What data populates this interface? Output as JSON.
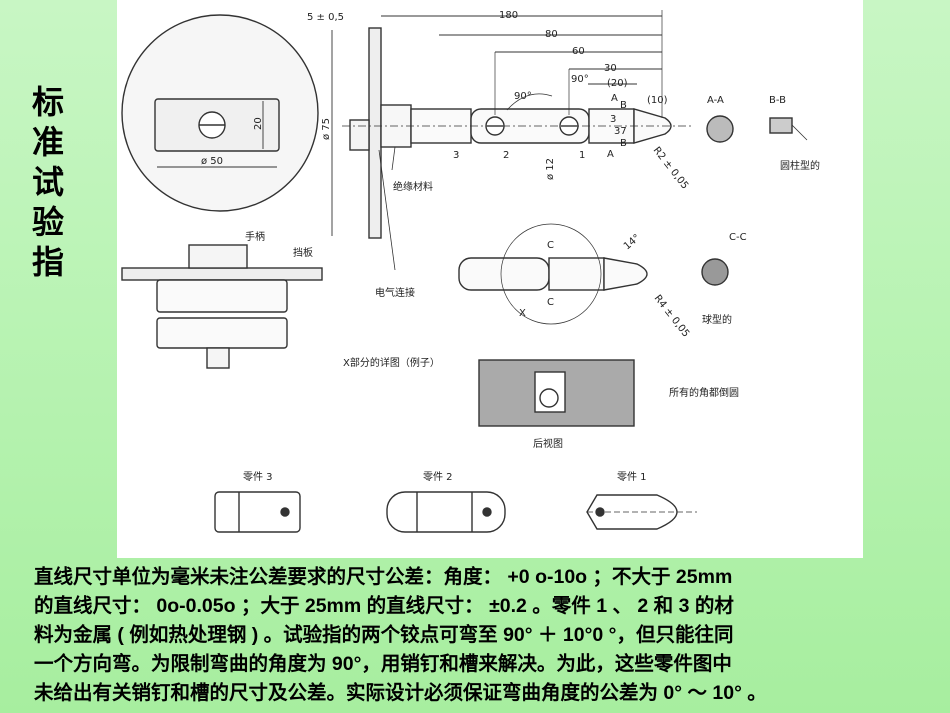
{
  "title_vertical": [
    "标",
    "准",
    "试",
    "验",
    "指"
  ],
  "drawing": {
    "dimensions": {
      "d_5": "5 ± 0,5",
      "d_180": "180",
      "d_80": "80",
      "d_60": "60",
      "d_30": "30",
      "d_20p": "(20)",
      "d_10p": "(10)",
      "ang_90a": "90°",
      "ang_90b": "90°",
      "dia_75": "ø 75",
      "dia_50": "ø 50",
      "dia_12": "ø 12",
      "dim_20": "20",
      "r2": "R2 ± 0,05",
      "r4": "R4 ± 0,05",
      "ang_14": "14°",
      "d_3": "3",
      "d_37": "37"
    },
    "labels": {
      "part_num_1": "1",
      "part_num_2": "2",
      "part_num_3": "3",
      "A_top": "A",
      "A_bot": "A",
      "B_top": "B",
      "B_bot": "B",
      "C_top": "C",
      "C_bot": "C",
      "x_mark": "X",
      "insulation": "绝缘材料",
      "handle": "手柄",
      "guard": "挡板",
      "electric": "电气连接",
      "section_aa": "A-A",
      "section_bb": "B-B",
      "section_cc": "C-C",
      "cylindrical": "圆柱型的",
      "spherical": "球型的",
      "x_detail": "X部分的详图（例子）",
      "all_chamfer": "所有的角都倒圆",
      "back_view": "后视图",
      "part3": "零件 3",
      "part2": "零件 2",
      "part1": "零件 1"
    }
  },
  "caption_lines": [
    "直线尺寸单位为毫米未注公差要求的尺寸公差：角度： +0 o-10o ；不大于 25mm",
    "的直线尺寸： 0o-0.05o ；大于 25mm  的直线尺寸： ±0.2 。零件 1 、 2  和 3  的材",
    "料为金属 ( 例如热处理钢 ) 。试验指的两个铰点可弯至 90° ＋ 10°0 °，但只能往同",
    "一个方向弯。为限制弯曲的角度为 90°，用销钉和槽来解决。为此，这些零件图中",
    "未给出有关销钉和槽的尺寸及公差。实际设计必须保证弯曲角度的公差为 0° ～ 10° 。"
  ]
}
